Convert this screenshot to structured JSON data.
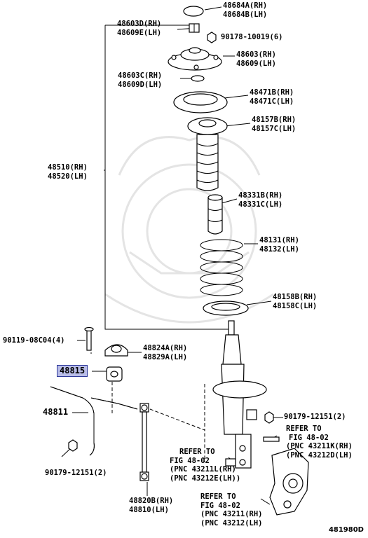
{
  "labels": {
    "l_48684": [
      "48684A(RH)",
      "48684B(LH)"
    ],
    "l_48603d": [
      "48603D(RH)",
      "48609E(LH)"
    ],
    "l_90178": [
      "90178-10019(6)"
    ],
    "l_48603": [
      "48603(RH)",
      "48609(LH)"
    ],
    "l_48603c": [
      "48603C(RH)",
      "48609D(LH)"
    ],
    "l_48471": [
      "48471B(RH)",
      "48471C(LH)"
    ],
    "l_48157": [
      "48157B(RH)",
      "48157C(LH)"
    ],
    "l_48510": [
      "48510(RH)",
      "48520(LH)"
    ],
    "l_48331": [
      "48331B(RH)",
      "48331C(LH)"
    ],
    "l_48131": [
      "48131(RH)",
      "48132(LH)"
    ],
    "l_48158": [
      "48158B(RH)",
      "48158C(LH)"
    ],
    "l_90119": [
      "90119-08C04(4)"
    ],
    "l_48824": [
      "48824A(RH)",
      "48829A(LH)"
    ],
    "l_48815": [
      "48815"
    ],
    "l_48811": [
      "48811"
    ],
    "l_90179a": [
      "90179-12151(2)"
    ],
    "l_90179b": [
      "90179-12151(2)"
    ],
    "l_48820": [
      "48820B(RH)",
      "48810(LH)"
    ],
    "ref_right": [
      "REFER TO",
      "FIG 48-02",
      "(PNC 43211K(RH)",
      "(PNC 43212D(LH)"
    ],
    "ref_mid": [
      "REFER TO",
      "FIG 48-02",
      "(PNC 43211L(RH)",
      "(PNC 43212E(LH))"
    ],
    "ref_bottom": [
      "REFER TO",
      "FIG 48-02",
      "(PNC 43211(RH)",
      "(PNC 43212(LH)"
    ]
  },
  "highlight": "48815",
  "diagram_code": "481980D"
}
